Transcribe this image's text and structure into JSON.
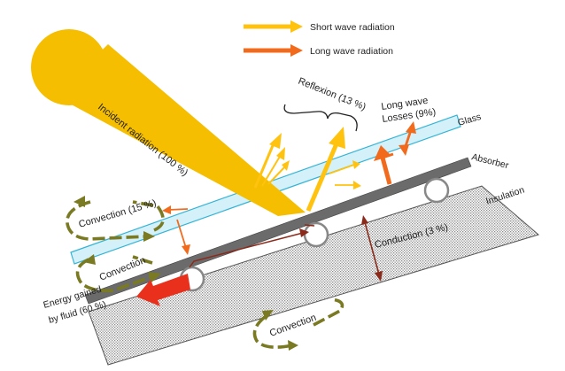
{
  "legend": {
    "short_wave": "Short wave radiation",
    "long_wave": "Long wave radiation"
  },
  "labels": {
    "incident": "Incident radiation (100 %)",
    "reflexion": "Reflexion (13 %)",
    "long_wave_losses_line1": "Long wave",
    "long_wave_losses_line2": "Losses (9%)",
    "glass": "Glass",
    "absorber": "Absorber",
    "insulation": "Insulation",
    "convection_top": "Convection (15 %)",
    "convection_mid": "Convection",
    "conduction": "Conduction (3 %)",
    "energy_line1": "Energy gained",
    "energy_line2": "by fluid (60 %)",
    "convection_bottom": "Convection"
  },
  "colors": {
    "short_wave": "#FFC20E",
    "sun": "#F5BE00",
    "long_wave": "#F26B1D",
    "energy": "#E8301C",
    "glass_fill": "#D4F1FA",
    "glass_stroke": "#35B4D6",
    "absorber": "#6B6B6B",
    "insulation_dots": "#8A8A8A",
    "convection": "#7A7A22",
    "conduction": "#8B2A1A"
  }
}
